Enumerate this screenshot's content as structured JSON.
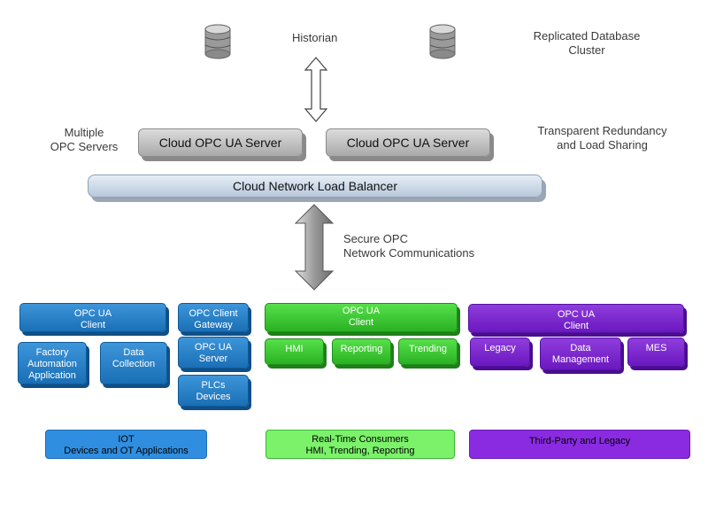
{
  "top": {
    "historian": "Historian",
    "replicated": [
      "Replicated Database",
      "Cluster"
    ]
  },
  "servers": {
    "left_label": [
      "Multiple",
      "OPC Servers"
    ],
    "server1": "Cloud OPC UA Server",
    "server2": "Cloud OPC UA Server",
    "right_label": [
      "Transparent Redundancy",
      "and Load Sharing"
    ]
  },
  "load_balancer": "Cloud Network Load Balancer",
  "comms": [
    "Secure OPC",
    "Network Communications"
  ],
  "blue": {
    "client": [
      "OPC UA",
      "Client"
    ],
    "factory": [
      "Factory",
      "Automation",
      "Application"
    ],
    "data_collection": [
      "Data",
      "Collection"
    ],
    "gateway": [
      "OPC Client",
      "Gateway"
    ],
    "server": [
      "OPC UA",
      "Server"
    ],
    "plcs": [
      "PLCs",
      "Devices"
    ]
  },
  "green": {
    "client": [
      "OPC UA",
      "Client"
    ],
    "hmi": "HMI",
    "reporting": "Reporting",
    "trending": "Trending"
  },
  "purple": {
    "client": [
      "OPC UA",
      "Client"
    ],
    "legacy": "Legacy",
    "data_management": [
      "Data",
      "Management"
    ],
    "mes": "MES"
  },
  "legend": {
    "blue": [
      "IOT",
      "Devices and OT Applications"
    ],
    "green": [
      "Real-Time Consumers",
      "HMI, Trending, Reporting"
    ],
    "purple": "Third-Party and Legacy"
  },
  "colors": {
    "blue": "#1a6fb5",
    "green": "#2ab123",
    "purple": "#6a18c0"
  }
}
